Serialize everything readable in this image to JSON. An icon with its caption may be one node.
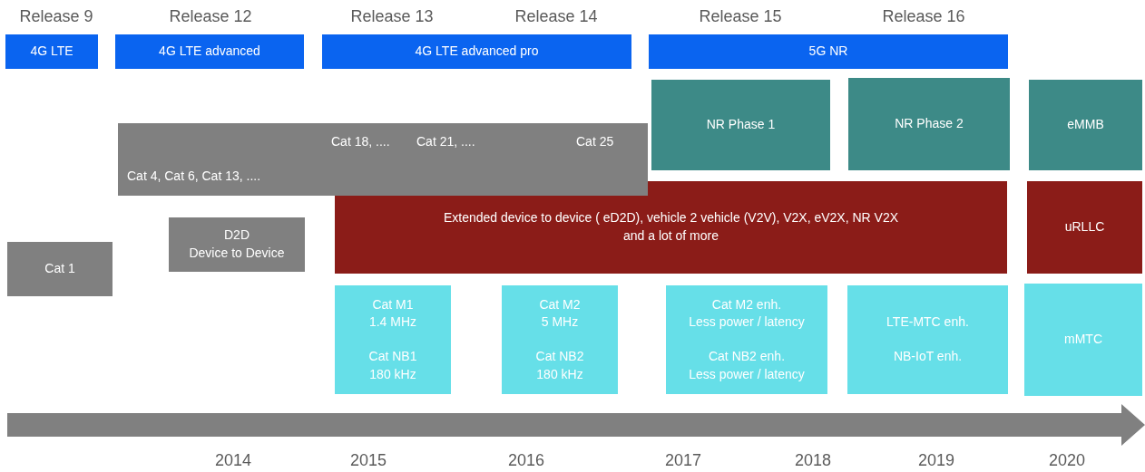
{
  "diagram": {
    "nodes": [
      {
        "text": [
          "4G LTE"
        ]
      },
      {
        "text": [
          "4G LTE advanced"
        ]
      },
      {
        "text": [
          "4G LTE advanced pro"
        ]
      },
      {
        "text": [
          "5G NR"
        ]
      },
      {
        "text": [
          "NR Phase 1"
        ]
      },
      {
        "text": [
          "NR Phase 2"
        ]
      },
      {
        "text": [
          "eMMB"
        ]
      },
      {
        "text": [
          "Cat 18, ....",
          "Cat 21, ....",
          "Cat 25",
          "Cat 4, Cat 6, Cat 13, ...."
        ]
      },
      {
        "text": [
          "Extended device to device ( eD2D), vehicle 2 vehicle (V2V), V2X, eV2X, NR V2X and a lot of more"
        ]
      },
      {
        "text": [
          "uRLLC"
        ]
      },
      {
        "text": [
          "D2D Device to Device"
        ]
      },
      {
        "text": [
          "Cat 1"
        ]
      },
      {
        "text": [
          "Cat M1 1.4 MHz",
          "Cat NB1 180 kHz"
        ]
      },
      {
        "text": [
          "Cat M2 5 MHz",
          "Cat NB2 180 kHz"
        ]
      },
      {
        "text": [
          "Cat M2 enh. Less power / latency",
          "Cat NB2 enh. Less power / latency"
        ]
      },
      {
        "text": [
          "LTE-MTC enh.",
          "NB-IoT enh."
        ]
      },
      {
        "text": [
          "mMTC"
        ]
      }
    ],
    "edges": [],
    "labels": [
      "Release 9",
      "Release 12",
      "Release 13",
      "Release 14",
      "Release 15",
      "Release 16",
      "2014",
      "2015",
      "2016",
      "2017",
      "2018",
      "2019",
      "2020"
    ]
  }
}
